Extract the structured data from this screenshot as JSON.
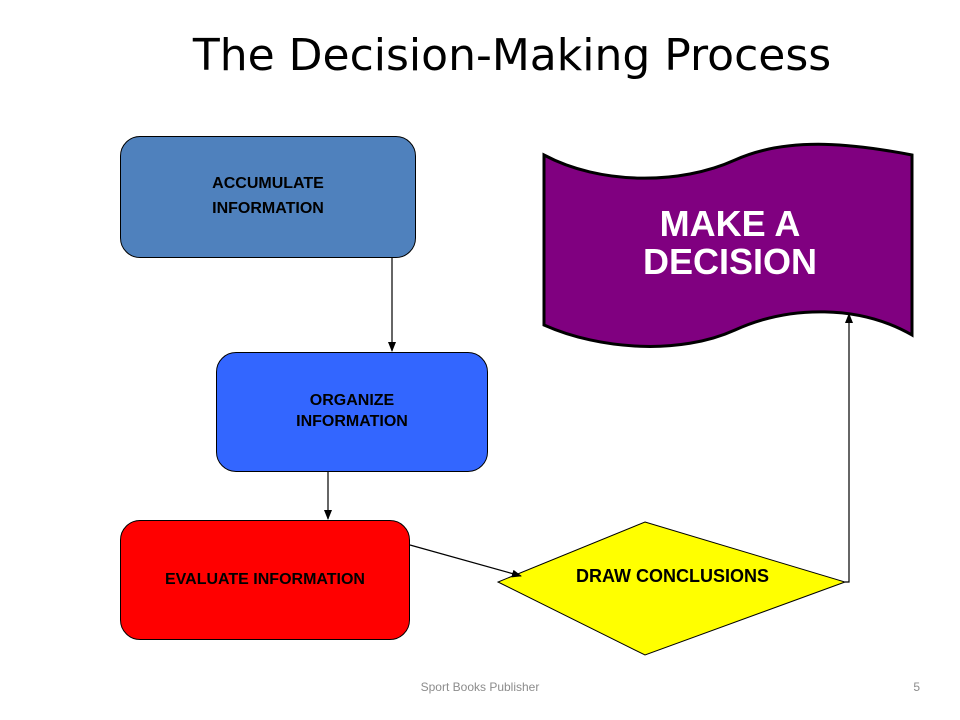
{
  "title": "The Decision-Making Process",
  "steps": {
    "accumulate": "ACCUMULATE\nINFORMATION",
    "organize": "ORGANIZE\nINFORMATION",
    "evaluate": "EVALUATE INFORMATION",
    "conclude": "DRAW CONCLUSIONS",
    "decide": "MAKE A\nDECISION"
  },
  "footer": {
    "publisher": "Sport Books Publisher",
    "page_number": "5"
  },
  "colors": {
    "accumulate": "#4f81bd",
    "organize": "#3366ff",
    "evaluate": "#ff0000",
    "conclude": "#ffff00",
    "decide": "#800080"
  }
}
